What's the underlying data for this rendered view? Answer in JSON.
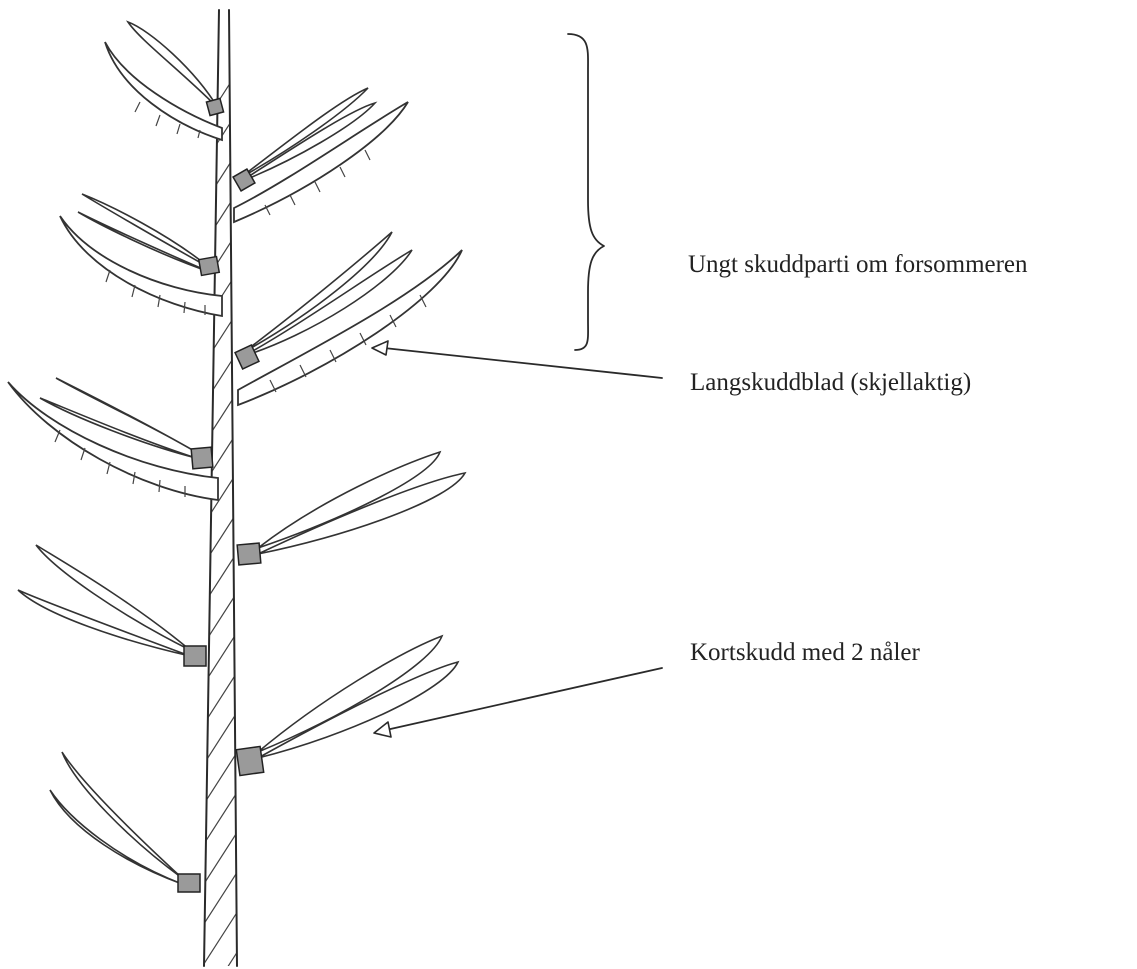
{
  "labels": {
    "young_shoot": "Ungt skuddparti om forsommeren",
    "long_shoot_leaf": "Langskuddblad (skjellaktig)",
    "short_shoot": "Kortskudd med 2 nåler"
  },
  "colors": {
    "ink": "#2a2a2a",
    "background": "#ffffff"
  }
}
